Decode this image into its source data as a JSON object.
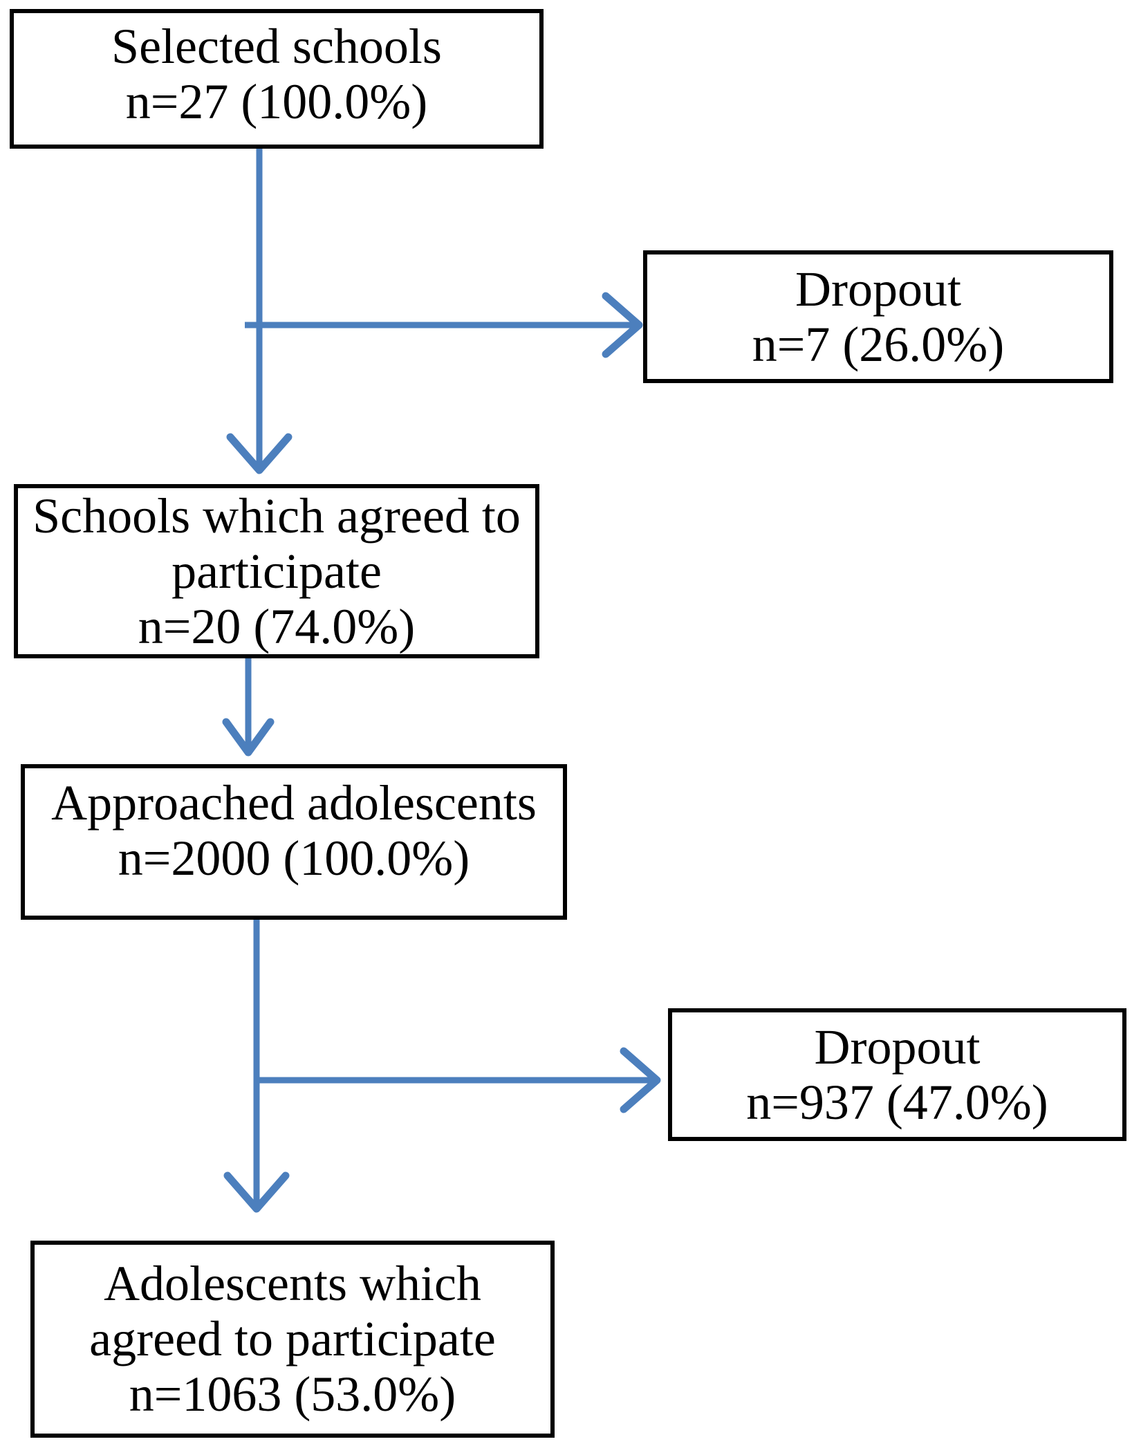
{
  "diagram_type": "flowchart",
  "colors": {
    "arrow": "#4C7FBD",
    "box_border": "#000000",
    "text": "#000000",
    "background": "#FFFFFF"
  },
  "nodes": [
    {
      "id": "selected-schools",
      "lines": [
        "Selected schools",
        "n=27 (100.0%)"
      ]
    },
    {
      "id": "dropout-schools",
      "lines": [
        "Dropout",
        "n=7 (26.0%)"
      ]
    },
    {
      "id": "schools-agreed",
      "lines": [
        "Schools which agreed to",
        "participate",
        "n=20 (74.0%)"
      ]
    },
    {
      "id": "approached-adolescents",
      "lines": [
        "Approached adolescents",
        "n=2000 (100.0%)"
      ]
    },
    {
      "id": "dropout-adolescents",
      "lines": [
        "Dropout",
        "n=937 (47.0%)"
      ]
    },
    {
      "id": "adolescents-agreed",
      "lines": [
        "Adolescents which",
        "agreed to participate",
        "n=1063 (53.0%)"
      ]
    }
  ],
  "edges": [
    {
      "from": "selected-schools",
      "to": "schools-agreed"
    },
    {
      "from": "selected-schools",
      "to": "dropout-schools"
    },
    {
      "from": "schools-agreed",
      "to": "approached-adolescents"
    },
    {
      "from": "approached-adolescents",
      "to": "adolescents-agreed"
    },
    {
      "from": "approached-adolescents",
      "to": "dropout-adolescents"
    }
  ]
}
